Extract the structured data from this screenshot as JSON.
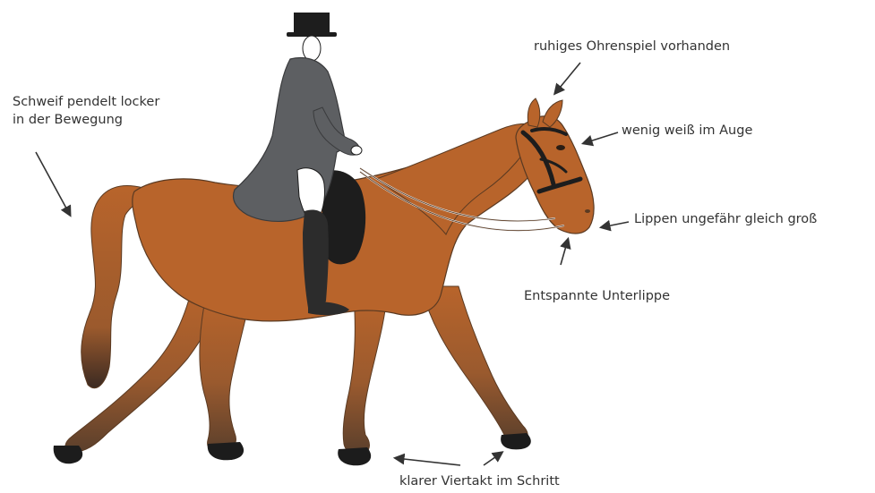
{
  "annotations": {
    "tail": {
      "line1": "Schweif pendelt locker",
      "line2": "in der Bewegung"
    },
    "ears": "ruhiges Ohrenspiel vorhanden",
    "eye": "wenig weiß im Auge",
    "lips": "Lippen ungefähr gleich groß",
    "lower_lip": "Entspannte Unterlippe",
    "walk": "klarer Viertakt im Schritt"
  },
  "colors": {
    "horse_coat": "#b8642b",
    "horse_leg_shade": "#6e4a30",
    "rider_jacket": "#5d5f62",
    "rider_boots": "#2c2c2c",
    "tack": "#1d1d1d",
    "label_text": "#333333",
    "arrow": "#333333"
  }
}
